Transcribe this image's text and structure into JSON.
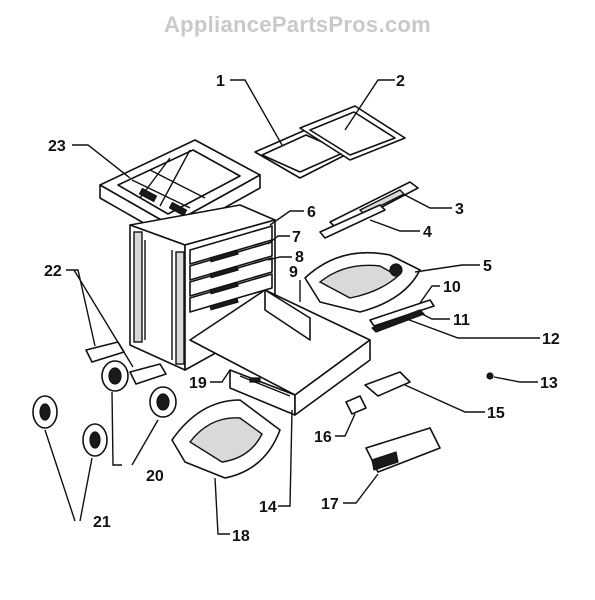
{
  "watermark": "AppliancePartsPros.com",
  "callouts": [
    {
      "id": "1",
      "text": "1"
    },
    {
      "id": "2",
      "text": "2"
    },
    {
      "id": "3",
      "text": "3"
    },
    {
      "id": "4",
      "text": "4"
    },
    {
      "id": "5",
      "text": "5"
    },
    {
      "id": "6",
      "text": "6"
    },
    {
      "id": "7",
      "text": "7"
    },
    {
      "id": "8",
      "text": "8"
    },
    {
      "id": "9",
      "text": "9"
    },
    {
      "id": "10",
      "text": "10"
    },
    {
      "id": "11",
      "text": "11"
    },
    {
      "id": "12",
      "text": "12"
    },
    {
      "id": "13",
      "text": "13"
    },
    {
      "id": "14",
      "text": "14"
    },
    {
      "id": "15",
      "text": "15"
    },
    {
      "id": "16",
      "text": "16"
    },
    {
      "id": "17",
      "text": "17"
    },
    {
      "id": "18",
      "text": "18"
    },
    {
      "id": "19",
      "text": "19"
    },
    {
      "id": "20",
      "text": "20"
    },
    {
      "id": "21",
      "text": "21"
    },
    {
      "id": "22",
      "text": "22"
    },
    {
      "id": "23",
      "text": "23"
    }
  ]
}
